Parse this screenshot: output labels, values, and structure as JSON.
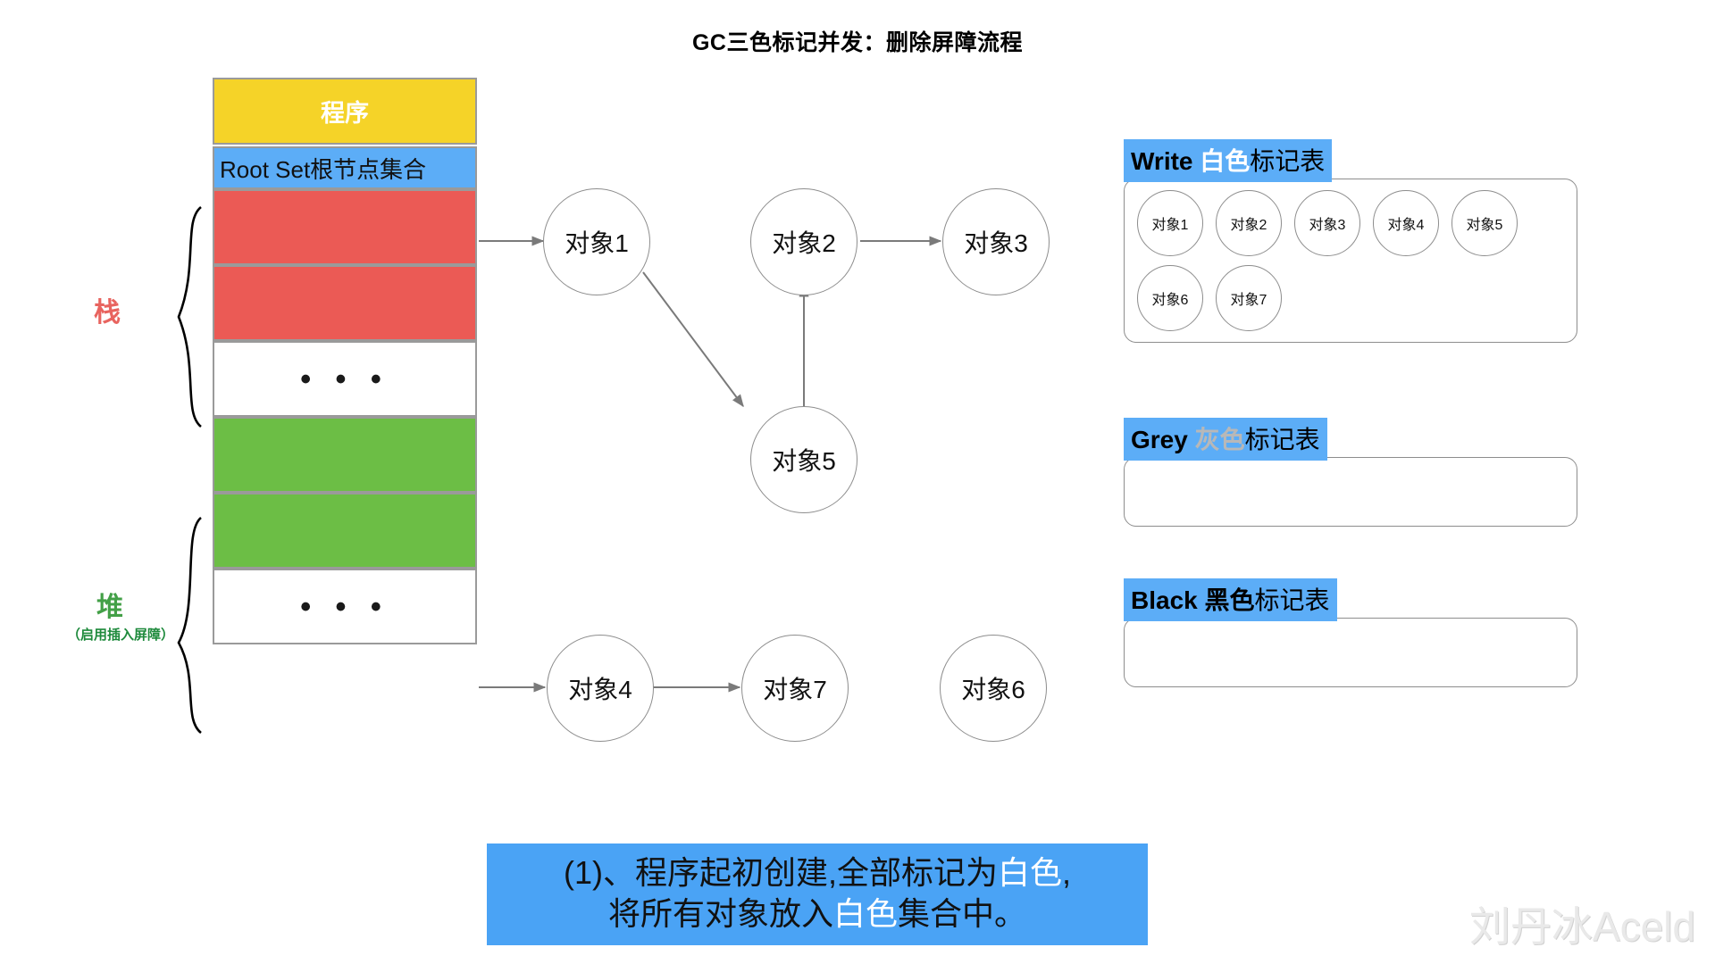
{
  "title": "GC三色标记并发：删除屏障流程",
  "memory": {
    "program_label": "程序",
    "root_set_label": "Root Set根节点集合",
    "dots": "• • •",
    "stack_label": "栈",
    "heap_label": "堆",
    "heap_sublabel": "（启用插入屏障）",
    "stack_color": "#EB5A55",
    "heap_color": "#6CBE45",
    "program_color": "#F5D328",
    "root_set_color": "#5CADF7",
    "blocks": [
      {
        "name": "program",
        "label": "程序",
        "kind": "program"
      },
      {
        "name": "root-set",
        "label": "Root Set根节点集合",
        "kind": "rootset"
      },
      {
        "name": "stack-slot-1",
        "label": "",
        "kind": "red"
      },
      {
        "name": "stack-slot-2",
        "label": "",
        "kind": "red"
      },
      {
        "name": "stack-ellipsis",
        "label": "• • •",
        "kind": "blank"
      },
      {
        "name": "heap-slot-1",
        "label": "",
        "kind": "green"
      },
      {
        "name": "heap-slot-2",
        "label": "",
        "kind": "green"
      },
      {
        "name": "heap-ellipsis",
        "label": "• • •",
        "kind": "blank"
      }
    ]
  },
  "graph": {
    "nodes": [
      {
        "id": "obj1",
        "label": "对象1"
      },
      {
        "id": "obj2",
        "label": "对象2"
      },
      {
        "id": "obj3",
        "label": "对象3"
      },
      {
        "id": "obj5",
        "label": "对象5"
      },
      {
        "id": "obj4",
        "label": "对象4"
      },
      {
        "id": "obj7",
        "label": "对象7"
      },
      {
        "id": "obj6",
        "label": "对象6"
      }
    ],
    "edges": [
      {
        "from": "root-set",
        "to": "obj1"
      },
      {
        "from": "obj1",
        "to": "obj5"
      },
      {
        "from": "obj5",
        "to": "obj2"
      },
      {
        "from": "obj2",
        "to": "obj3"
      },
      {
        "from": "heap-slot-2",
        "to": "obj4"
      },
      {
        "from": "obj4",
        "to": "obj7"
      }
    ]
  },
  "mark_tables": [
    {
      "name": "white",
      "header_en": "Write",
      "header_color_word": " 白色",
      "header_tail": "标记表",
      "word_color": "#ffffff",
      "header_bg": "#5CADF7",
      "items": [
        "对象1",
        "对象2",
        "对象3",
        "对象4",
        "对象5",
        "对象6",
        "对象7"
      ]
    },
    {
      "name": "grey",
      "header_en": "Grey",
      "header_color_word": " 灰色",
      "header_tail": "标记表",
      "word_color": "#b8b8b8",
      "header_bg": "#5CADF7",
      "items": []
    },
    {
      "name": "black",
      "header_en": "Black",
      "header_color_word": " 黑色",
      "header_tail": "标记表",
      "word_color": "#000000",
      "header_bg": "#5CADF7",
      "items": []
    }
  ],
  "caption": {
    "line1_a": "(1)、程序起初创建,全部标记为",
    "line1_hl": "白色",
    "line1_b": ",",
    "line2_a": "将所有对象放入",
    "line2_hl": "白色",
    "line2_b": "集合中。",
    "bg": "#4AA3F5"
  },
  "watermark": "刘丹冰Aceld"
}
